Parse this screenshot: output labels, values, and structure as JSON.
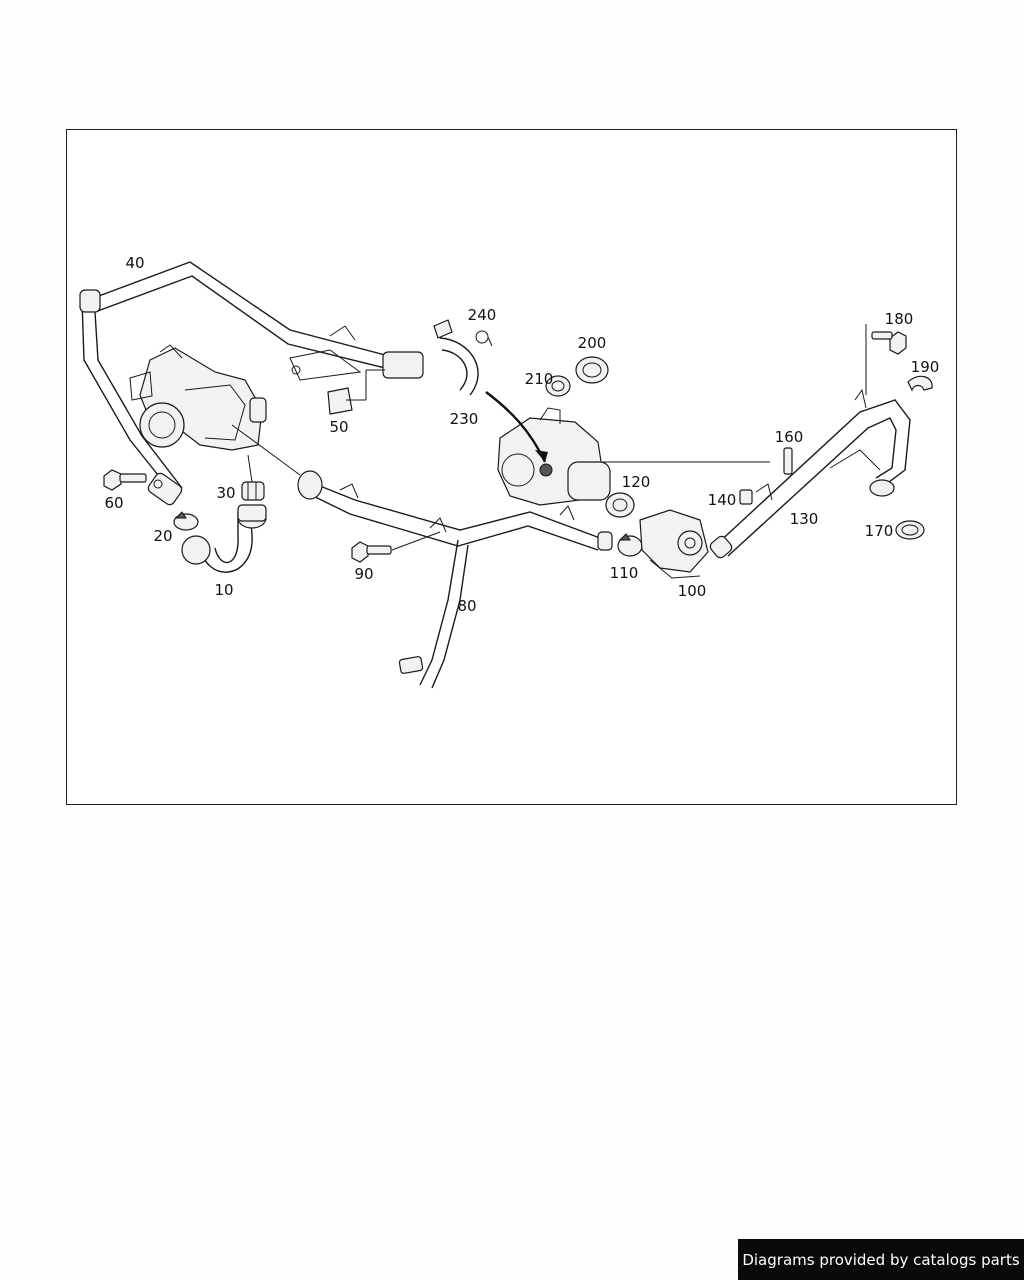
{
  "part_labels": {
    "p10": "10",
    "p20": "20",
    "p30": "30",
    "p40": "40",
    "p50": "50",
    "p60": "60",
    "p80": "80",
    "p90": "90",
    "p100": "100",
    "p110": "110",
    "p120": "120",
    "p130": "130",
    "p140": "140",
    "p160": "160",
    "p170": "170",
    "p180": "180",
    "p190": "190",
    "p200": "200",
    "p210": "210",
    "p230": "230",
    "p240": "240"
  },
  "credit": "Diagrams provided by catalogs parts"
}
